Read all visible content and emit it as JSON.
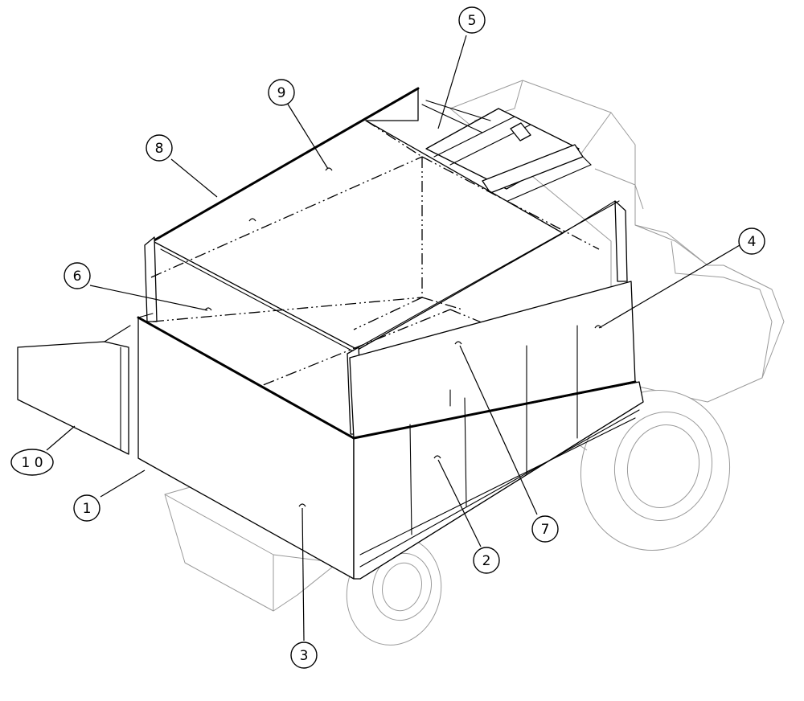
{
  "diagram": {
    "callouts": [
      {
        "id": "c1",
        "label": "1"
      },
      {
        "id": "c2",
        "label": "2"
      },
      {
        "id": "c3",
        "label": "3"
      },
      {
        "id": "c4",
        "label": "4"
      },
      {
        "id": "c5",
        "label": "5"
      },
      {
        "id": "c6",
        "label": "6"
      },
      {
        "id": "c7",
        "label": "7"
      },
      {
        "id": "c8",
        "label": "8"
      },
      {
        "id": "c9",
        "label": "9"
      },
      {
        "id": "c10",
        "label": "1 0"
      }
    ],
    "colors": {
      "line": "#000000",
      "background_machine": "#9a9a9a",
      "paper": "#ffffff"
    }
  }
}
